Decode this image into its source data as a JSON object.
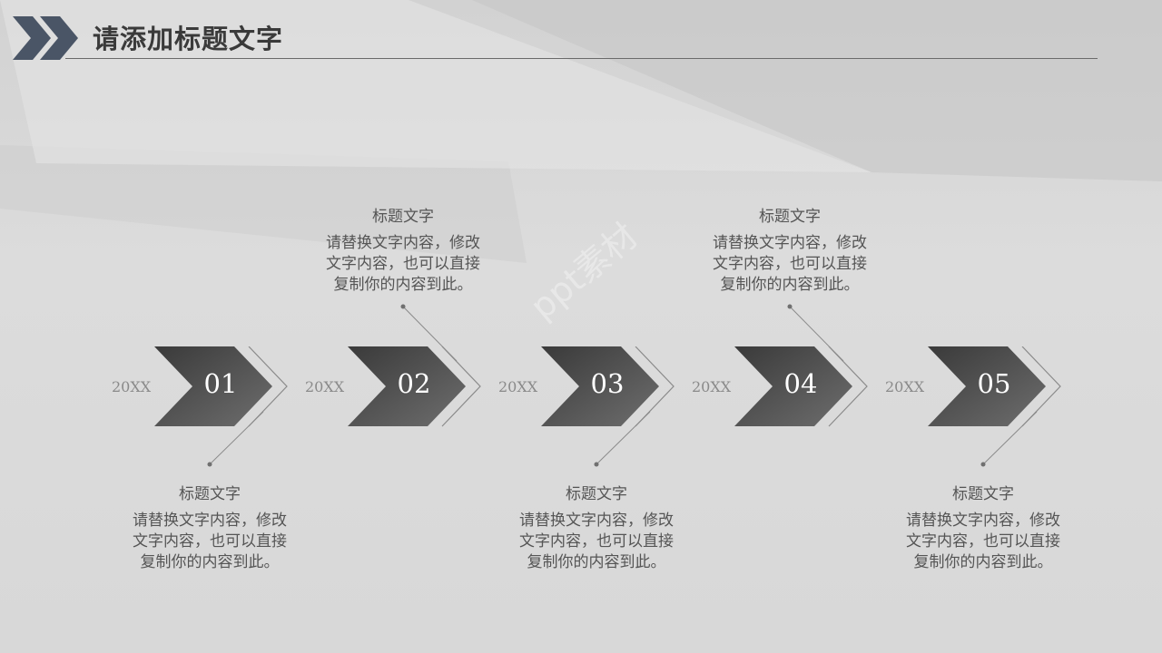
{
  "header": {
    "title": "请添加标题文字"
  },
  "steps": [
    {
      "year": "20XX",
      "number": "01",
      "title": "标题文字",
      "desc_lines": [
        "请替换文字内容，修改",
        "文字内容，也可以直接",
        "复制你的内容到此。"
      ],
      "text_position": "below"
    },
    {
      "year": "20XX",
      "number": "02",
      "title": "标题文字",
      "desc_lines": [
        "请替换文字内容，修改",
        "文字内容，也可以直接",
        "复制你的内容到此。"
      ],
      "text_position": "above"
    },
    {
      "year": "20XX",
      "number": "03",
      "title": "标题文字",
      "desc_lines": [
        "请替换文字内容，修改",
        "文字内容，也可以直接",
        "复制你的内容到此。"
      ],
      "text_position": "below"
    },
    {
      "year": "20XX",
      "number": "04",
      "title": "标题文字",
      "desc_lines": [
        "请替换文字内容，修改",
        "文字内容，也可以直接",
        "复制你的内容到此。"
      ],
      "text_position": "above"
    },
    {
      "year": "20XX",
      "number": "05",
      "title": "标题文字",
      "desc_lines": [
        "请替换文字内容，修改",
        "文字内容，也可以直接",
        "复制你的内容到此。"
      ],
      "text_position": "below"
    }
  ],
  "colors": {
    "chevron_dark": "#3a3a3a",
    "chevron_light": "#6e6e6e",
    "logo": "#4a5566",
    "accent_line": "#6a6a6a"
  }
}
